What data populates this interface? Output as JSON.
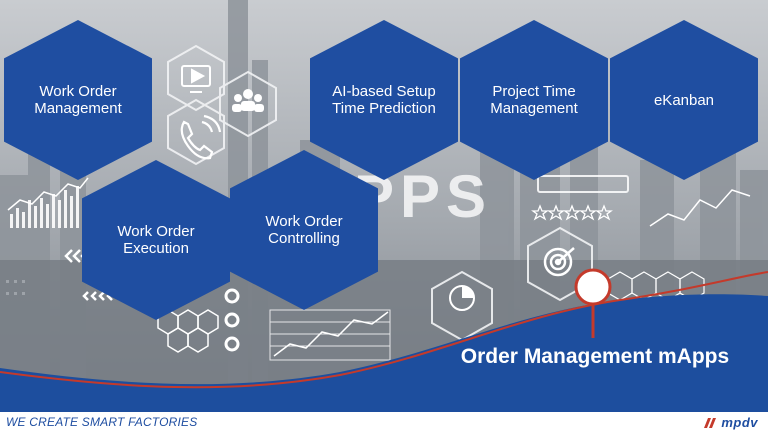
{
  "tiles": [
    {
      "id": "work-order-management",
      "label": "Work Order Management"
    },
    {
      "id": "work-order-execution",
      "label": "Work Order Execution"
    },
    {
      "id": "work-order-controlling",
      "label": "Work Order Controlling"
    },
    {
      "id": "ai-setup-time",
      "label": "AI-based Setup Time Prediction"
    },
    {
      "id": "project-time-management",
      "label": "Project Time Management"
    },
    {
      "id": "ekanban",
      "label": "eKanban"
    }
  ],
  "background_text": "PPS",
  "title": "Order Management mApps",
  "tagline": "WE CREATE SMART FACTORIES",
  "logo": "mpdv",
  "colors": {
    "hex_blue": "#1f4ea1",
    "wave_blue": "#1d4e9e",
    "wave_line": "#c43a2b",
    "background_gray": "#9a9fa6"
  },
  "icons": [
    "play-icon",
    "group-icon",
    "phone-icon",
    "target-icon",
    "pie-chart-icon",
    "gear-icon",
    "bar-chart-icon",
    "star-icon",
    "chevron-left-icon"
  ]
}
